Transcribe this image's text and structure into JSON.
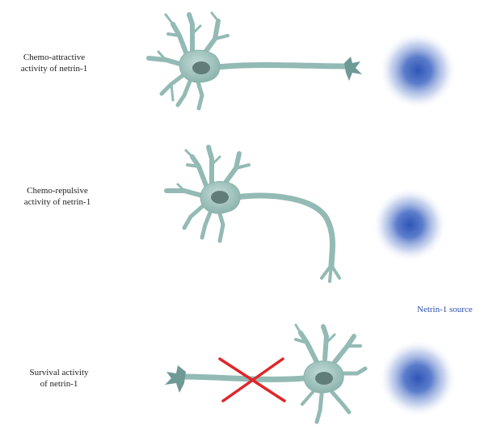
{
  "panels": [
    {
      "line1": "Chemo-attractive",
      "line2": "activity of netrin-1"
    },
    {
      "line1": "Chemo-repulsive",
      "line2": "activity of netrin-1"
    },
    {
      "line1": "Survival activity",
      "line2": "of netrin-1"
    }
  ],
  "legend": {
    "source_label": "Netrin-1 source"
  },
  "colors": {
    "neuron": "#9ec2bd",
    "neuron_dark": "#6e9995",
    "nucleus": "#54706d",
    "source": "#2f55b7",
    "cross": "#e0262a",
    "accent": "#2f4fb0"
  },
  "icons": {
    "source": "blurred-blue-disc",
    "blocked": "red-x-mark"
  }
}
